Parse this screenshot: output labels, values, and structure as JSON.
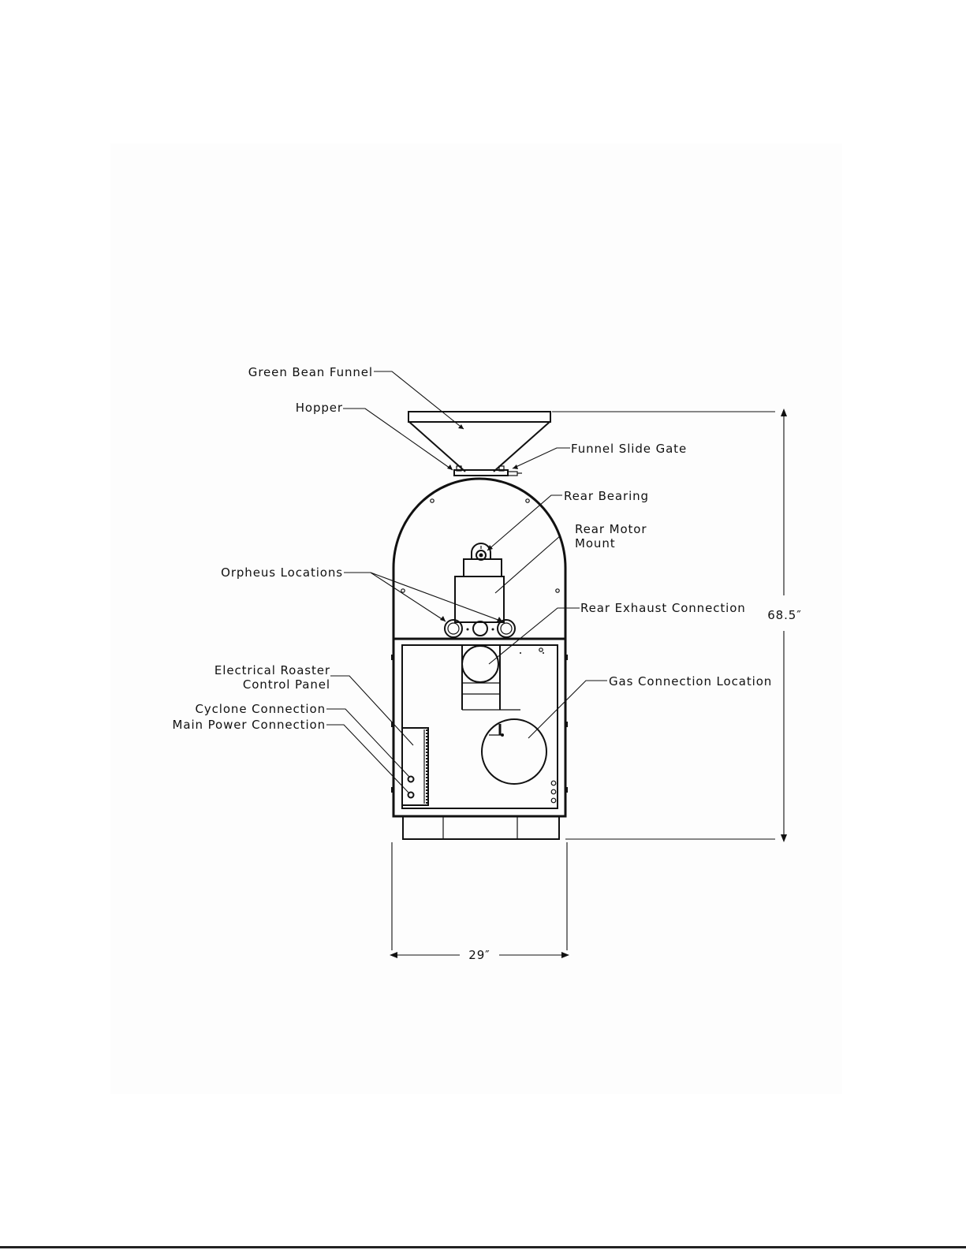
{
  "drawing": {
    "labels": {
      "green_bean_funnel": "Green Bean Funnel",
      "hopper": "Hopper",
      "funnel_slide_gate": "Funnel Slide Gate",
      "rear_bearing": "Rear Bearing",
      "rear_motor_mount_1": "Rear Motor",
      "rear_motor_mount_2": "Mount",
      "orpheus_locations": "Orpheus Locations",
      "rear_exhaust_connection": "Rear Exhaust Connection",
      "electrical_roaster_1": "Electrical Roaster",
      "electrical_roaster_2": "Control Panel",
      "gas_connection_location": "Gas Connection Location",
      "cyclone_connection": "Cyclone Connection",
      "main_power_connection": "Main Power Connection"
    },
    "dimensions": {
      "height": "68.5″",
      "width": "29″"
    }
  }
}
